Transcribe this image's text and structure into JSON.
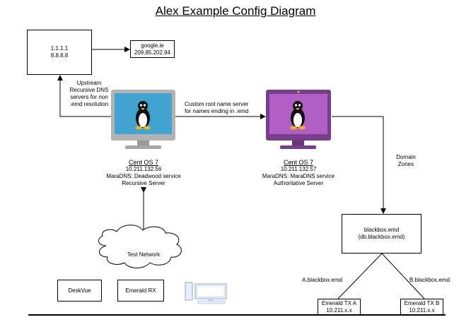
{
  "title": "Alex Example Config Diagram",
  "root_dns": {
    "line1": "1.1.1.1",
    "line2": "8.8.8.8"
  },
  "google": {
    "name": "google.ie",
    "ip": "209.85.202.94"
  },
  "upstream_note": [
    "Upstream",
    "Recursive DNS",
    "servers for non",
    ".emd resolution"
  ],
  "custom_note": [
    "Custom root name server",
    "for names ending in .emd"
  ],
  "recursive_server": {
    "os": "Cent OS 7",
    "ip": "10.211.132.56",
    "service": "MaraDNS: Deadwood service",
    "role": "Recursive Server",
    "monitor_color": "#41a3cf"
  },
  "authoritative_server": {
    "os": "Cent OS 7",
    "ip": "10.211.132.57",
    "service": "MaraDNS: MaraDNS service",
    "role": "Authoritative Server",
    "monitor_color": "#b05fc4"
  },
  "domain_zones": [
    "Domain",
    "Zones"
  ],
  "blackbox": {
    "name": "blackbox.emd",
    "file": "(db.blackbox.emd)"
  },
  "record_a": "A.blackbox.emd",
  "record_b": "B.blackbox.emd",
  "tx_a": {
    "name": "Emerald TX A",
    "ip": "10.211.x.x"
  },
  "tx_b": {
    "name": "Emerald TX B",
    "ip": "10.211.x.x"
  },
  "network": "Test Network",
  "deskvue": "DeskVue",
  "emerald_rx": "Emerald RX"
}
